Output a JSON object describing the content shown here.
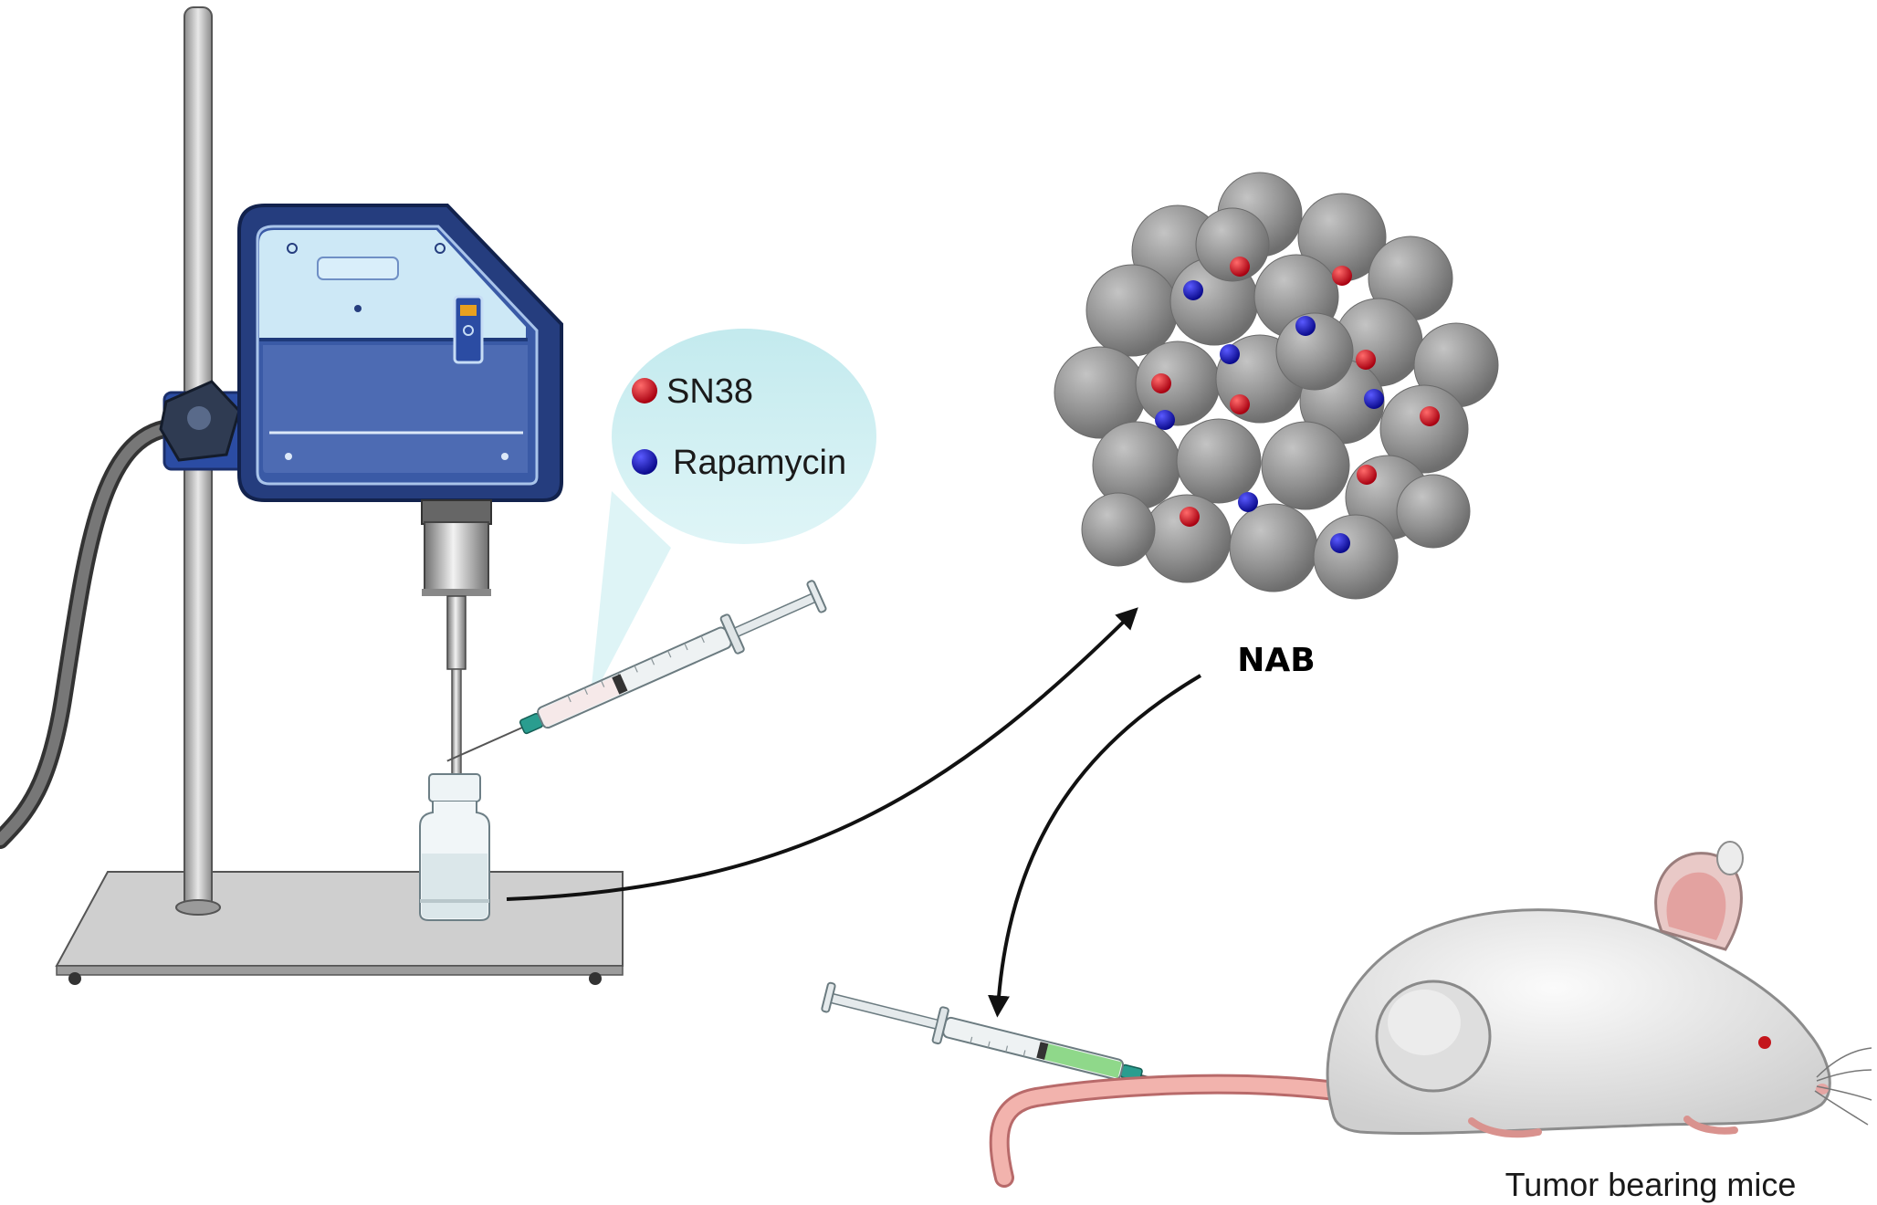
{
  "legend": {
    "items": [
      {
        "label": "SN38",
        "color": "#d0141c"
      },
      {
        "label": "Rapamycin",
        "color": "#1a1ab8"
      }
    ]
  },
  "nanoparticle": {
    "label": "NAB",
    "sphere_color": "#8e8e8e"
  },
  "mouse": {
    "label": "Tumor bearing mice"
  },
  "colors": {
    "device_body": "#253d7e",
    "device_panel": "#c8e6f5",
    "legend_bubble": "#c7ecef",
    "arrow": "#111111",
    "syringe_liquid": "#8fd88a"
  },
  "icons": [
    "homogenizer-icon",
    "syringe-icon",
    "vial-icon",
    "nanoparticle-icon",
    "mouse-icon"
  ]
}
